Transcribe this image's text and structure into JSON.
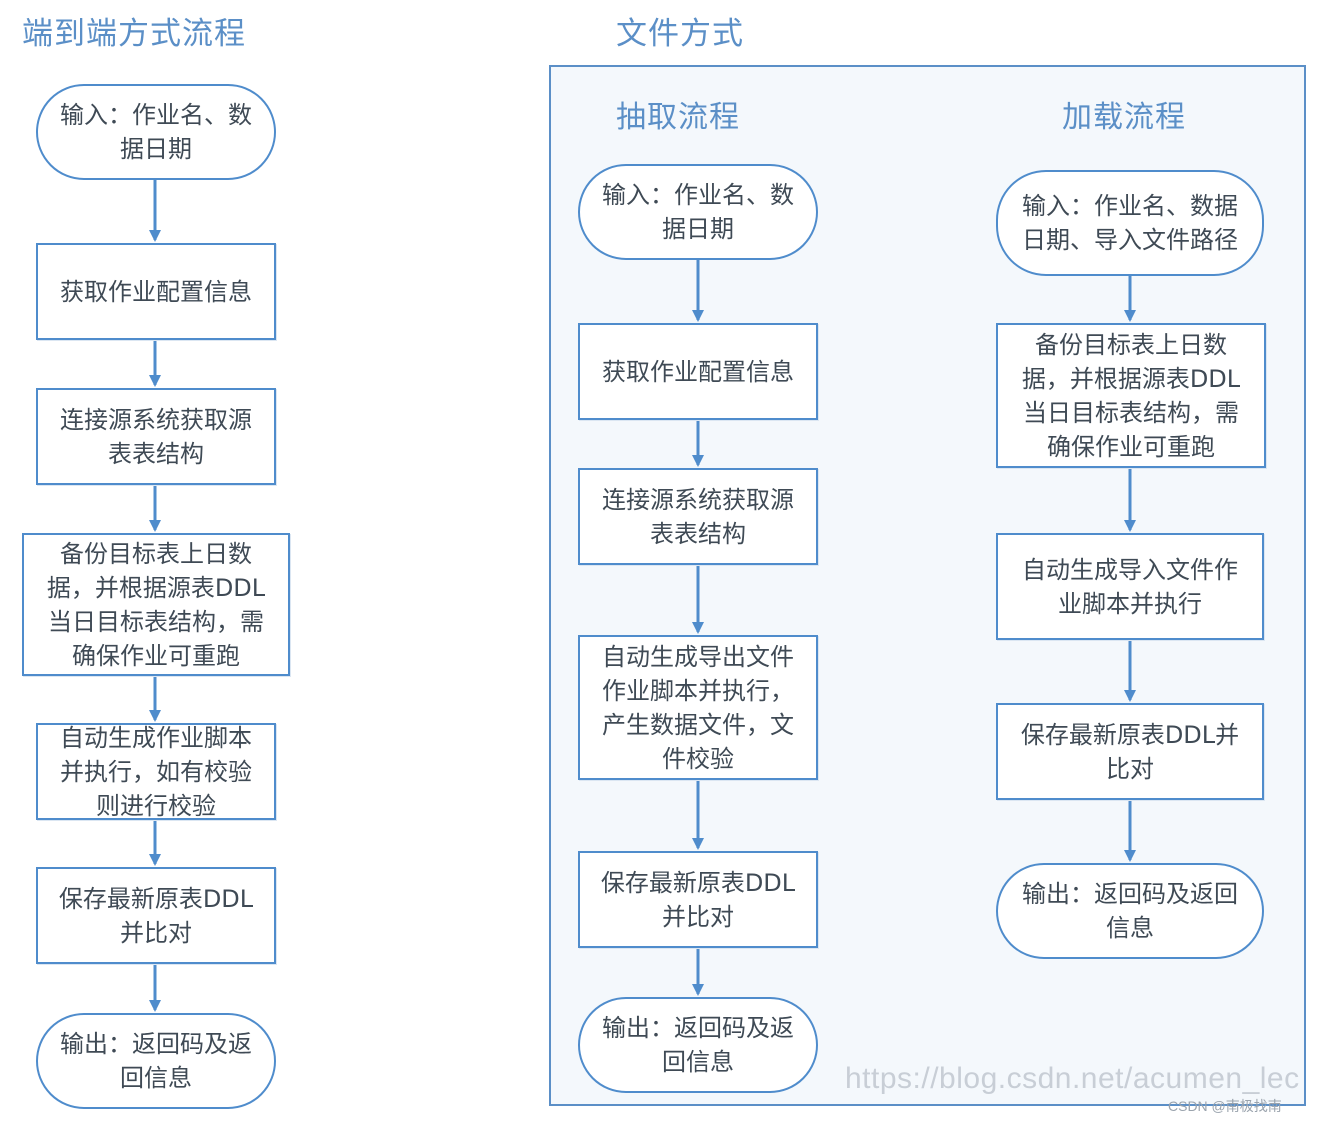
{
  "titles": {
    "end_to_end": "端到端方式流程",
    "file_mode": "文件方式",
    "extract": "抽取流程",
    "load": "加载流程"
  },
  "end_to_end": {
    "input": "输入：作业名、数\n据日期",
    "step1": "获取作业配置信息",
    "step2": "连接源系统获取源\n表表结构",
    "step3": "备份目标表上日数\n据，并根据源表DDL\n当日目标表结构，需\n确保作业可重跑",
    "step4": "自动生成作业脚本\n并执行，如有校验\n则进行校验",
    "step5": "保存最新原表DDL\n并比对",
    "output": "输出：返回码及返\n回信息"
  },
  "extract": {
    "input": "输入：作业名、数\n据日期",
    "step1": "获取作业配置信息",
    "step2": "连接源系统获取源\n表表结构",
    "step3": "自动生成导出文件\n作业脚本并执行，\n产生数据文件，文\n件校验",
    "step4": "保存最新原表DDL\n并比对",
    "output": "输出：返回码及返\n回信息"
  },
  "load": {
    "input": "输入：作业名、数据\n日期、导入文件路径",
    "step1": "备份目标表上日数\n据，并根据源表DDL\n当日目标表结构，需\n确保作业可重跑",
    "step2": "自动生成导入文件作\n业脚本并执行",
    "step3": "保存最新原表DDL并\n比对",
    "output": "输出：返回码及返回\n信息"
  },
  "watermark": "https://blog.csdn.net/acumen_lec",
  "brand": "CSDN @南极找南",
  "colors": {
    "accent": "#5b8fc7",
    "border": "#4f8ccc",
    "arrow": "#4f8ccc",
    "panel_bg": "#f4f8fc",
    "text": "#3f4a55"
  }
}
